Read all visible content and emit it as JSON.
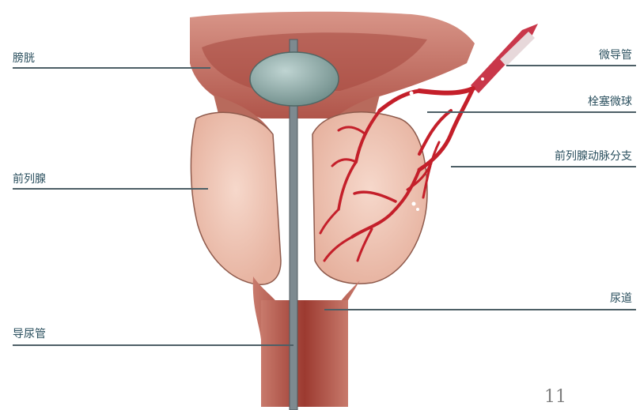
{
  "labels": {
    "bladder": "膀胱",
    "prostate": "前列腺",
    "catheter": "导尿管",
    "microcatheter": "微导管",
    "embolic_microspheres": "栓塞微球",
    "prostate_artery_branch": "前列腺动脉分支",
    "urethra": "尿道"
  },
  "page_number": "11",
  "colors": {
    "leader_line": "#4d5f66",
    "label_text": "#2a4f5e",
    "artery": "#c41f2a",
    "prostate_tissue": "#f0c6b4",
    "muscle": "#b85a4c",
    "catheter": "#7d8a90"
  }
}
